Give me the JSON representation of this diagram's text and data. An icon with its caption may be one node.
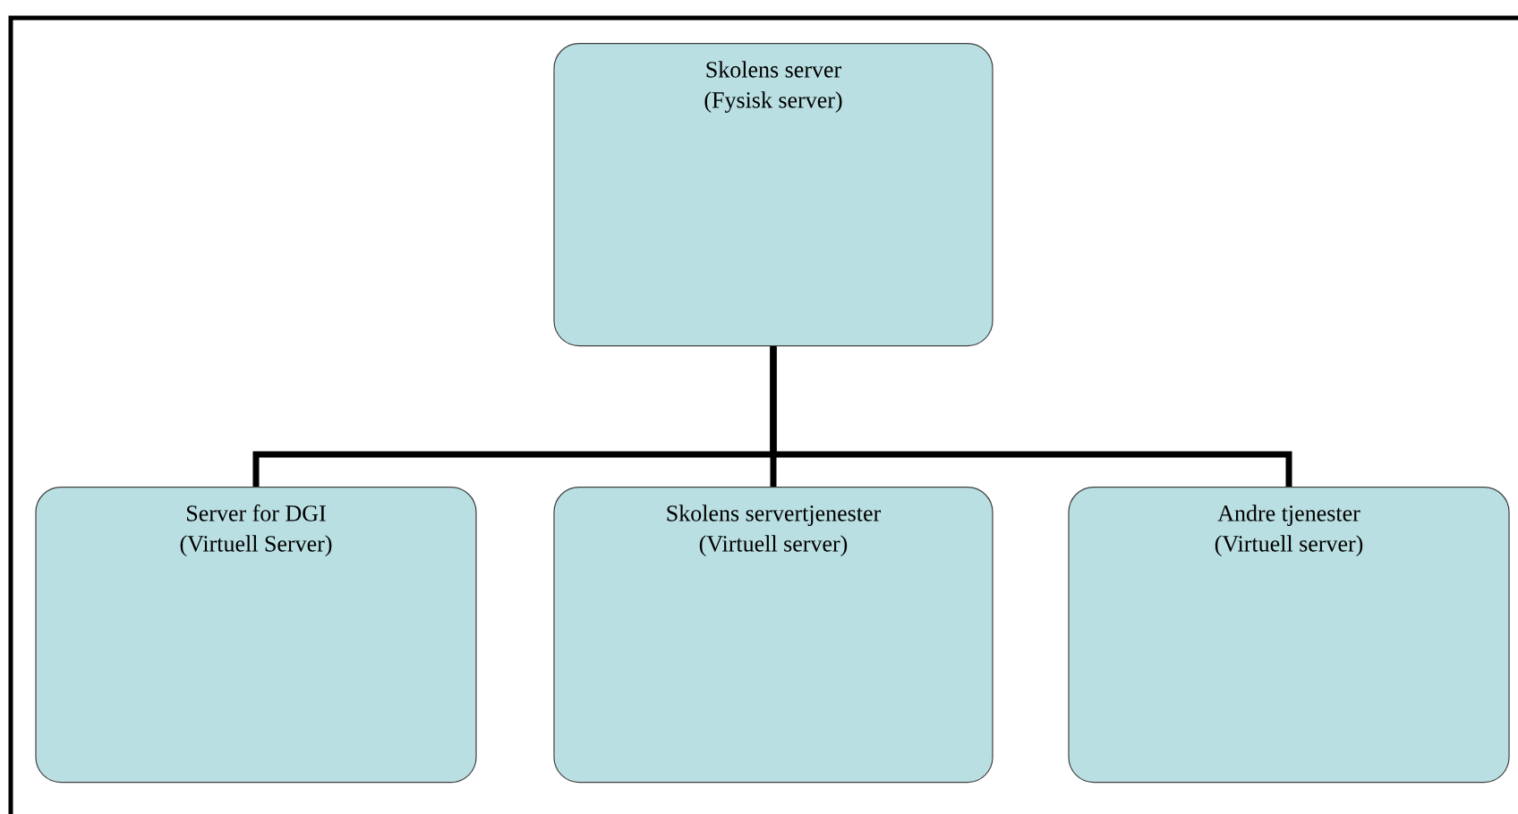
{
  "diagram": {
    "nodes": [
      {
        "text": [
          "Skolens server",
          "(Fysisk server)"
        ]
      },
      {
        "text": [
          "Server for DGI",
          "(Virtuell Server)"
        ]
      },
      {
        "text": [
          "Skolens servertjenester",
          "(Virtuell server)"
        ]
      },
      {
        "text": [
          "Andre tjenester",
          "(Virtuell server)"
        ]
      }
    ],
    "edges": [
      {
        "from": 0,
        "to": 1,
        "arrow": "none"
      },
      {
        "from": 0,
        "to": 2,
        "arrow": "none"
      },
      {
        "from": 0,
        "to": 3,
        "arrow": "none"
      }
    ]
  }
}
